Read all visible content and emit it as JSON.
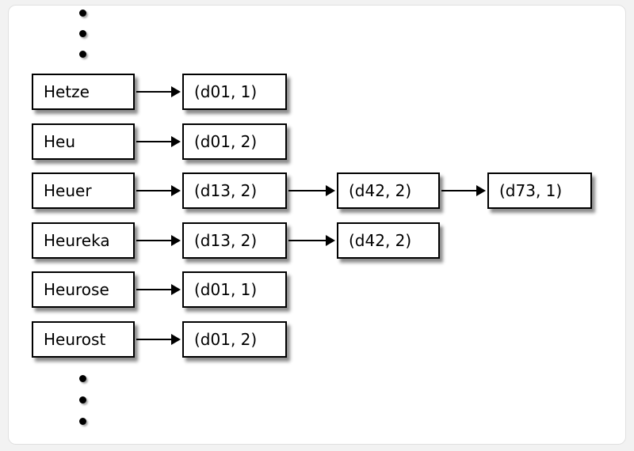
{
  "diagram": {
    "kind": "inverted-index-postings",
    "rows": [
      {
        "term": "Hetze",
        "postings": [
          "(d01, 1)"
        ]
      },
      {
        "term": "Heu",
        "postings": [
          "(d01, 2)"
        ]
      },
      {
        "term": "Heuer",
        "postings": [
          "(d13, 2)",
          "(d42, 2)",
          "(d73, 1)"
        ]
      },
      {
        "term": "Heureka",
        "postings": [
          "(d13, 2)",
          "(d42, 2)"
        ]
      },
      {
        "term": "Heurose",
        "postings": [
          "(d01, 1)"
        ]
      },
      {
        "term": "Heurost",
        "postings": [
          "(d01, 2)"
        ]
      }
    ]
  },
  "icons": {
    "ellipsis_top": "vertical-ellipsis",
    "ellipsis_bottom": "vertical-ellipsis",
    "arrow": "right-arrow"
  },
  "colors": {
    "box_border": "#000000",
    "box_fill": "#ffffff",
    "text": "#000000",
    "panel": "#ffffff",
    "page_background": "#f2f2f2",
    "shadow_rgba": "rgba(0,0,0,0.45)"
  }
}
